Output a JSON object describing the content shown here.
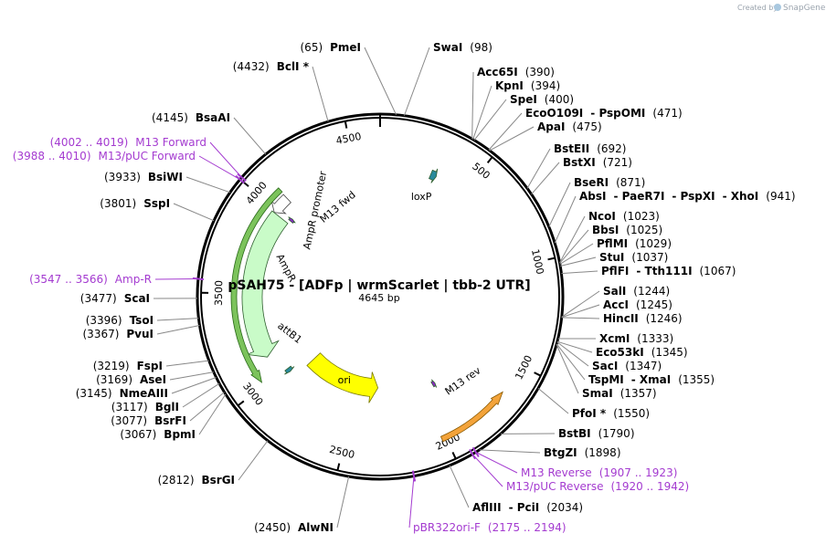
{
  "plasmid": {
    "name": "pSAH75 - [ADFp | wrmScarlet | tbb-2 UTR]",
    "length_label": "4645 bp",
    "length_bp": 4645
  },
  "credit": {
    "prefix": "Created by",
    "brand": "SnapGene"
  },
  "ticks": [
    {
      "pos": 500,
      "label": "500"
    },
    {
      "pos": 1000,
      "label": "1000"
    },
    {
      "pos": 1500,
      "label": "1500"
    },
    {
      "pos": 2000,
      "label": "2000"
    },
    {
      "pos": 2500,
      "label": "2500"
    },
    {
      "pos": 3000,
      "label": "3000"
    },
    {
      "pos": 3500,
      "label": "3500"
    },
    {
      "pos": 4000,
      "label": "4000"
    },
    {
      "pos": 4500,
      "label": "4500"
    }
  ],
  "sites": [
    {
      "pos": 65,
      "parts": [
        {
          "t": "(65)",
          "s": "n"
        },
        {
          "t": "PmeI",
          "s": "b"
        }
      ]
    },
    {
      "pos": 98,
      "parts": [
        {
          "t": "SwaI",
          "s": "b"
        },
        {
          "t": "(98)",
          "s": "n"
        }
      ]
    },
    {
      "pos": 390,
      "parts": [
        {
          "t": "Acc65I",
          "s": "b"
        },
        {
          "t": "(390)",
          "s": "n"
        }
      ]
    },
    {
      "pos": 394,
      "parts": [
        {
          "t": "KpnI",
          "s": "b"
        },
        {
          "t": "(394)",
          "s": "n"
        }
      ]
    },
    {
      "pos": 400,
      "parts": [
        {
          "t": "SpeI",
          "s": "b"
        },
        {
          "t": "(400)",
          "s": "n"
        }
      ]
    },
    {
      "pos": 471,
      "parts": [
        {
          "t": "EcoO109I",
          "s": "b"
        },
        {
          "t": "- PspOMI",
          "s": "b"
        },
        {
          "t": "(471)",
          "s": "n"
        }
      ]
    },
    {
      "pos": 475,
      "parts": [
        {
          "t": "ApaI",
          "s": "b"
        },
        {
          "t": "(475)",
          "s": "n"
        }
      ]
    },
    {
      "pos": 692,
      "parts": [
        {
          "t": "BstEII",
          "s": "b"
        },
        {
          "t": "(692)",
          "s": "n"
        }
      ]
    },
    {
      "pos": 721,
      "parts": [
        {
          "t": "BstXI",
          "s": "b"
        },
        {
          "t": "(721)",
          "s": "n"
        }
      ]
    },
    {
      "pos": 871,
      "parts": [
        {
          "t": "BseRI",
          "s": "b"
        },
        {
          "t": "(871)",
          "s": "n"
        }
      ]
    },
    {
      "pos": 941,
      "parts": [
        {
          "t": "AbsI",
          "s": "b"
        },
        {
          "t": "- PaeR7I",
          "s": "b"
        },
        {
          "t": "- PspXI",
          "s": "b"
        },
        {
          "t": "- XhoI",
          "s": "b"
        },
        {
          "t": "(941)",
          "s": "n"
        }
      ]
    },
    {
      "pos": 1023,
      "parts": [
        {
          "t": "NcoI",
          "s": "b"
        },
        {
          "t": "(1023)",
          "s": "n"
        }
      ]
    },
    {
      "pos": 1025,
      "parts": [
        {
          "t": "BbsI",
          "s": "b"
        },
        {
          "t": "(1025)",
          "s": "n"
        }
      ]
    },
    {
      "pos": 1029,
      "parts": [
        {
          "t": "PflMI",
          "s": "b"
        },
        {
          "t": "(1029)",
          "s": "n"
        }
      ]
    },
    {
      "pos": 1037,
      "parts": [
        {
          "t": "StuI",
          "s": "b"
        },
        {
          "t": "(1037)",
          "s": "n"
        }
      ]
    },
    {
      "pos": 1067,
      "parts": [
        {
          "t": "PflFI",
          "s": "b"
        },
        {
          "t": "- Tth111I",
          "s": "b"
        },
        {
          "t": "(1067)",
          "s": "n"
        }
      ]
    },
    {
      "pos": 1244,
      "parts": [
        {
          "t": "SalI",
          "s": "b"
        },
        {
          "t": "(1244)",
          "s": "n"
        }
      ]
    },
    {
      "pos": 1245,
      "parts": [
        {
          "t": "AccI",
          "s": "b"
        },
        {
          "t": "(1245)",
          "s": "n"
        }
      ]
    },
    {
      "pos": 1246,
      "parts": [
        {
          "t": "HincII",
          "s": "b"
        },
        {
          "t": "(1246)",
          "s": "n"
        }
      ]
    },
    {
      "pos": 1333,
      "parts": [
        {
          "t": "XcmI",
          "s": "b"
        },
        {
          "t": "(1333)",
          "s": "n"
        }
      ]
    },
    {
      "pos": 1345,
      "parts": [
        {
          "t": "Eco53kI",
          "s": "b"
        },
        {
          "t": "(1345)",
          "s": "n"
        }
      ]
    },
    {
      "pos": 1347,
      "parts": [
        {
          "t": "SacI",
          "s": "b"
        },
        {
          "t": "(1347)",
          "s": "n"
        }
      ]
    },
    {
      "pos": 1355,
      "parts": [
        {
          "t": "TspMI",
          "s": "b"
        },
        {
          "t": "- XmaI",
          "s": "b"
        },
        {
          "t": "(1355)",
          "s": "n"
        }
      ]
    },
    {
      "pos": 1357,
      "parts": [
        {
          "t": "SmaI",
          "s": "b"
        },
        {
          "t": "(1357)",
          "s": "n"
        }
      ]
    },
    {
      "pos": 1550,
      "parts": [
        {
          "t": "PfoI *",
          "s": "b"
        },
        {
          "t": "(1550)",
          "s": "n"
        }
      ]
    },
    {
      "pos": 1790,
      "parts": [
        {
          "t": "BstBI",
          "s": "b"
        },
        {
          "t": "(1790)",
          "s": "n"
        }
      ]
    },
    {
      "pos": 1898,
      "parts": [
        {
          "t": "BtgZI",
          "s": "b"
        },
        {
          "t": "(1898)",
          "s": "n"
        }
      ]
    },
    {
      "pos": 1915,
      "parts": [
        {
          "t": "M13 Reverse",
          "s": "p"
        },
        {
          "t": "(1907 .. 1923)",
          "s": "p"
        }
      ]
    },
    {
      "pos": 1931,
      "parts": [
        {
          "t": "M13/pUC Reverse",
          "s": "p"
        },
        {
          "t": "(1920 .. 1942)",
          "s": "p"
        }
      ]
    },
    {
      "pos": 2034,
      "parts": [
        {
          "t": "AflIII",
          "s": "b"
        },
        {
          "t": "- PciI",
          "s": "b"
        },
        {
          "t": "(2034)",
          "s": "n"
        }
      ]
    },
    {
      "pos": 2185,
      "parts": [
        {
          "t": "pBR322ori-F",
          "s": "p"
        },
        {
          "t": "(2175 .. 2194)",
          "s": "p"
        }
      ]
    },
    {
      "pos": 2450,
      "parts": [
        {
          "t": "(2450)",
          "s": "n"
        },
        {
          "t": "AlwNI",
          "s": "b"
        }
      ]
    },
    {
      "pos": 2812,
      "parts": [
        {
          "t": "(2812)",
          "s": "n"
        },
        {
          "t": "BsrGI",
          "s": "b"
        }
      ]
    },
    {
      "pos": 3067,
      "parts": [
        {
          "t": "(3067)",
          "s": "n"
        },
        {
          "t": "BpmI",
          "s": "b"
        }
      ]
    },
    {
      "pos": 3077,
      "parts": [
        {
          "t": "(3077)",
          "s": "n"
        },
        {
          "t": "BsrFI",
          "s": "b"
        }
      ]
    },
    {
      "pos": 3117,
      "parts": [
        {
          "t": "(3117)",
          "s": "n"
        },
        {
          "t": "BglI",
          "s": "b"
        }
      ]
    },
    {
      "pos": 3145,
      "parts": [
        {
          "t": "(3145)",
          "s": "n"
        },
        {
          "t": "NmeAIII",
          "s": "b"
        }
      ]
    },
    {
      "pos": 3169,
      "parts": [
        {
          "t": "(3169)",
          "s": "n"
        },
        {
          "t": "AseI",
          "s": "b"
        }
      ]
    },
    {
      "pos": 3219,
      "parts": [
        {
          "t": "(3219)",
          "s": "n"
        },
        {
          "t": "FspI",
          "s": "b"
        }
      ]
    },
    {
      "pos": 3367,
      "parts": [
        {
          "t": "(3367)",
          "s": "n"
        },
        {
          "t": "PvuI",
          "s": "b"
        }
      ]
    },
    {
      "pos": 3396,
      "parts": [
        {
          "t": "(3396)",
          "s": "n"
        },
        {
          "t": "TsoI",
          "s": "b"
        }
      ]
    },
    {
      "pos": 3477,
      "parts": [
        {
          "t": "(3477)",
          "s": "n"
        },
        {
          "t": "ScaI",
          "s": "b"
        }
      ]
    },
    {
      "pos": 3556,
      "parts": [
        {
          "t": "(3547 .. 3566)",
          "s": "p"
        },
        {
          "t": "Amp-R",
          "s": "p"
        }
      ]
    },
    {
      "pos": 3801,
      "parts": [
        {
          "t": "(3801)",
          "s": "n"
        },
        {
          "t": "SspI",
          "s": "b"
        }
      ]
    },
    {
      "pos": 3933,
      "parts": [
        {
          "t": "(3933)",
          "s": "n"
        },
        {
          "t": "BsiWI",
          "s": "b"
        }
      ]
    },
    {
      "pos": 3999,
      "parts": [
        {
          "t": "(3988 .. 4010)",
          "s": "p"
        },
        {
          "t": "M13/pUC Forward",
          "s": "p"
        }
      ]
    },
    {
      "pos": 4010,
      "parts": [
        {
          "t": "(4002 .. 4019)",
          "s": "p"
        },
        {
          "t": "M13 Forward",
          "s": "p"
        }
      ]
    },
    {
      "pos": 4145,
      "parts": [
        {
          "t": "(4145)",
          "s": "n"
        },
        {
          "t": "BsaAI",
          "s": "b"
        }
      ]
    },
    {
      "pos": 4432,
      "parts": [
        {
          "t": "(4432)",
          "s": "n"
        },
        {
          "t": "BclI *",
          "s": "b"
        }
      ]
    }
  ],
  "features": [
    {
      "key": "loxp",
      "label": "loxP",
      "start": 290,
      "end": 323,
      "color": "#2a8a9c",
      "strand": "+"
    },
    {
      "key": "m13-fwd",
      "label": "M13 fwd",
      "start": 4002,
      "end": 4019,
      "color": "#8a2cc4",
      "strand": "+"
    },
    {
      "key": "amp-promoter",
      "label": "AmpR promoter",
      "start": 3981,
      "end": 4085,
      "color": "#ffffff",
      "strand": "-"
    },
    {
      "key": "ampr",
      "label": "AmpR",
      "start": 3120,
      "end": 3980,
      "color": "#c9fbc8",
      "strand": "-"
    },
    {
      "key": "attb1",
      "label": "attB1",
      "start": 2970,
      "end": 2995,
      "color": "#2a8a9c",
      "strand": "-"
    },
    {
      "key": "ori",
      "label": "ori",
      "start": 2340,
      "end": 2925,
      "color": "#ffff00",
      "strand": "-"
    },
    {
      "key": "m13-rev",
      "label": "M13 rev",
      "start": 1905,
      "end": 1925,
      "color": "#8a2cc4",
      "strand": "-"
    },
    {
      "key": "orange-arc",
      "label": "",
      "start": 1650,
      "end": 2020,
      "color": "#f3a33a",
      "strand": "-"
    },
    {
      "key": "green-arc",
      "label": "",
      "start": 3020,
      "end": 4090,
      "color": "#7cc35c",
      "strand": "-"
    }
  ]
}
